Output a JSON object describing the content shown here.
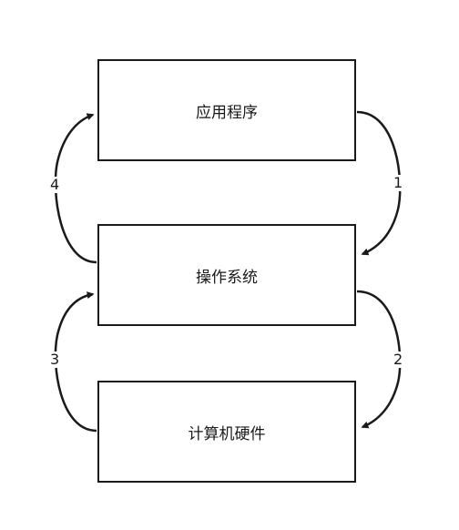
{
  "boxes": {
    "application": "应用程序",
    "os": "操作系统",
    "hardware": "计算机硬件"
  },
  "arrows": {
    "a1": "1",
    "a2": "2",
    "a3": "3",
    "a4": "4"
  },
  "colors": {
    "stroke": "#1a1a1a",
    "background": "#ffffff"
  }
}
